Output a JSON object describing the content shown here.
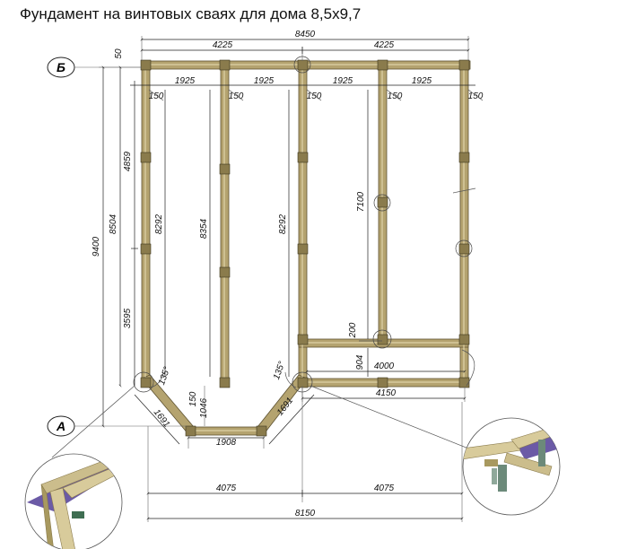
{
  "title": "Фундамент на винтовых сваях для дома 8,5х9,7",
  "axes": {
    "b": "Б",
    "a": "А"
  },
  "dims": {
    "top_total": "8450",
    "top_left_half": "4225",
    "top_right_half": "4225",
    "bay1": "1925",
    "bay2": "1925",
    "bay3": "1925",
    "bay4": "1925",
    "beam1": "150",
    "beam2": "150",
    "beam3": "150",
    "beam4": "150",
    "beam5": "150",
    "top_offset": "50",
    "left_total": "9400",
    "left_axis": "8504",
    "left_upper": "4859",
    "left_lower": "3595",
    "inner1": "8292",
    "inner2": "8354",
    "inner3": "8292",
    "inner4": "7100",
    "bay_200": "200",
    "bay_904": "904",
    "rear_width": "4000",
    "rear_total": "4150",
    "angle_left": "135°",
    "angle_right": "135°",
    "diag_left": "1691",
    "diag_right": "1691",
    "bottom_flat": "1908",
    "bottom_side_a": "150",
    "bottom_side_b": "1046",
    "bottom_half_left": "4075",
    "bottom_half_right": "4075",
    "bottom_total": "8150"
  },
  "colors": {
    "beam": "#8a7b4c",
    "beam_light": "#b9a978",
    "joist": "#6b5aa6",
    "pile": "#6c8a7a"
  }
}
